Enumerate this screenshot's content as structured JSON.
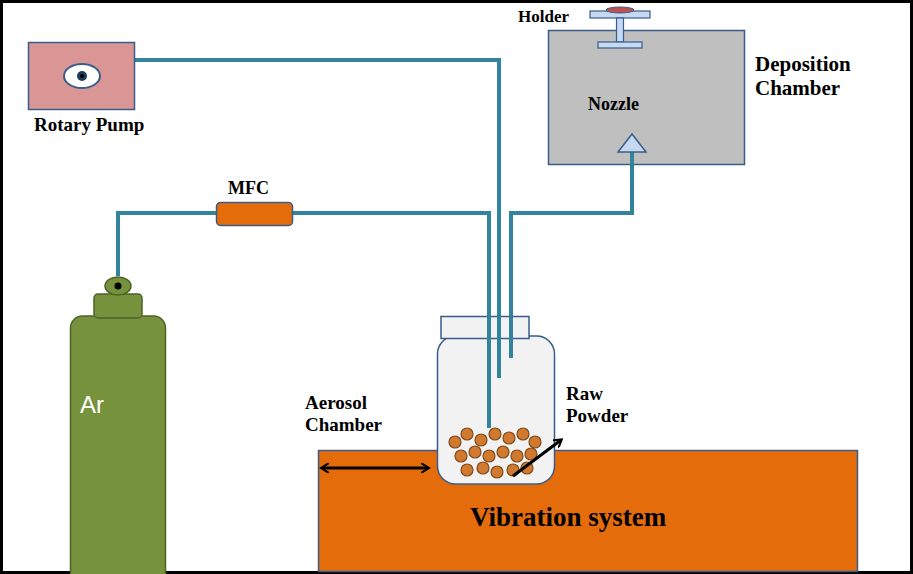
{
  "diagram": {
    "nodes": [
      {
        "text": [
          "Rotary Pump"
        ]
      },
      {
        "text": [
          "Deposition Chamber"
        ]
      },
      {
        "text": [
          "MFC"
        ]
      },
      {
        "text": [
          "Ar"
        ]
      },
      {
        "text": [
          "Vibration system"
        ]
      },
      {
        "text": [
          "Aerosol Chamber"
        ]
      }
    ],
    "edges": [
      {
        "from": 3,
        "to": 2,
        "arrow": "none"
      },
      {
        "from": 2,
        "to": 5,
        "arrow": "none"
      },
      {
        "from": 5,
        "to": 0,
        "arrow": "none"
      },
      {
        "from": 5,
        "to": 1,
        "arrow": "none"
      }
    ],
    "labels": [
      "Holder",
      "Nozzle",
      "Raw Powder"
    ]
  }
}
